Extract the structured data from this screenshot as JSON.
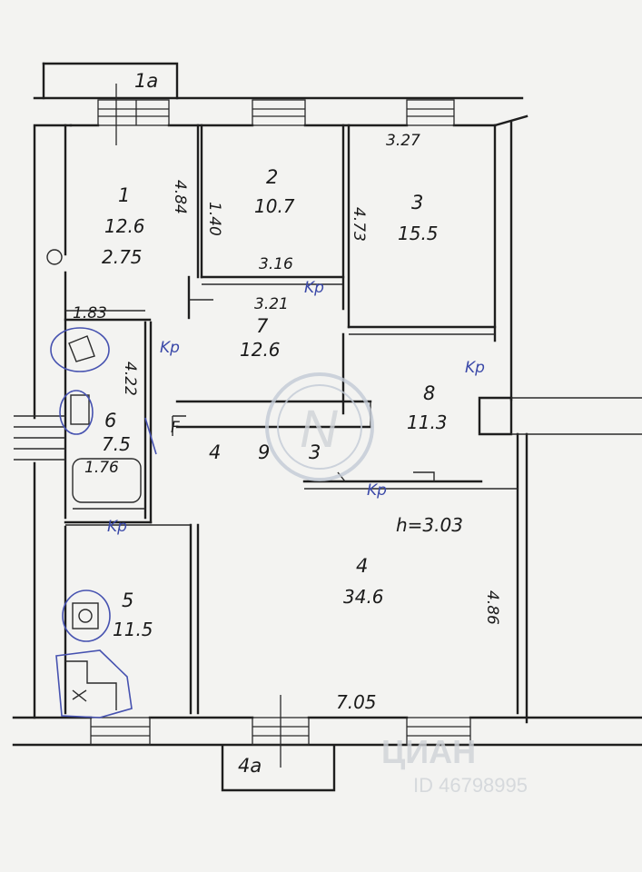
{
  "plan": {
    "porch_top_label": "1a",
    "porch_bottom_label": "4a",
    "ceiling_height": "h=3.03",
    "total_width": "7.05",
    "rooms": [
      {
        "id": "1",
        "area": "12.6",
        "extra": "2.75"
      },
      {
        "id": "2",
        "area": "10.7"
      },
      {
        "id": "3",
        "area": "15.5"
      },
      {
        "id": "4",
        "area": "34.6"
      },
      {
        "id": "5",
        "area": "11.5"
      },
      {
        "id": "6",
        "area": "7.5"
      },
      {
        "id": "7",
        "area": "12.6"
      },
      {
        "id": "8",
        "area": "11.3"
      }
    ],
    "corridor_labels": [
      "4",
      "9",
      "3"
    ],
    "dimensions": {
      "room1_height": "4.84",
      "room2_height": "1.40",
      "room2_width": "3.16",
      "room3_width": "3.27",
      "room3_height": "4.73",
      "room7_width": "3.21",
      "hall_width": "1.83",
      "room6_height": "4.22",
      "room6_width": "1.76",
      "room4_height": "4.86"
    },
    "kp_marks": [
      "Kp",
      "Kp",
      "Kp",
      "Kp",
      "Kp"
    ],
    "stair_mark": "F"
  },
  "watermark": {
    "brand": "ЦИАН",
    "id_text": "ID 46798995",
    "logo_letter": "N"
  },
  "colors": {
    "ink": "#1e1e1e",
    "pen_blue": "#3a48a8",
    "paper": "#f3f3f1",
    "watermark": "#cfd3d8"
  }
}
